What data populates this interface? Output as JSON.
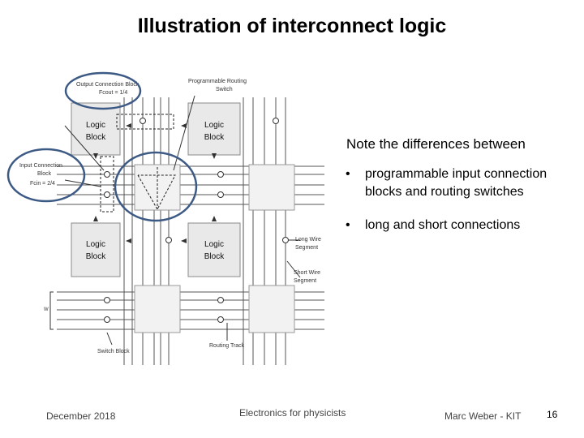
{
  "slide": {
    "title": "Illustration of interconnect logic",
    "note": "Note the differences between",
    "bullets": [
      "programmable input connection blocks and routing switches",
      "long and short connections"
    ],
    "bullet_marker": "•"
  },
  "diagram": {
    "logic_block_label": "Logic\nBlock",
    "output_connection_block": "Output Connection Block",
    "fcout": "Fcout = 1/4",
    "programmable_routing_switch": "Programmable Routing\nSwitch",
    "input_connection_block": "Input Connection\nBlock",
    "fcin": "Fcin = 2/4",
    "long_wire_segment": "Long Wire\nSegment",
    "short_wire_segment": "Short Wire\nSegment",
    "switch_block": "Switch Block",
    "routing_track": "Routing Track",
    "w_label": "W"
  },
  "footer": {
    "date": "December 2018",
    "course": "Electronics for physicists",
    "author": "Marc Weber - KIT",
    "page": "16"
  },
  "colors": {
    "highlight_circle": "#3d5a85",
    "block_fill": "#e9e9e9",
    "block_stroke": "#8a8a8a",
    "wire": "#555555"
  }
}
